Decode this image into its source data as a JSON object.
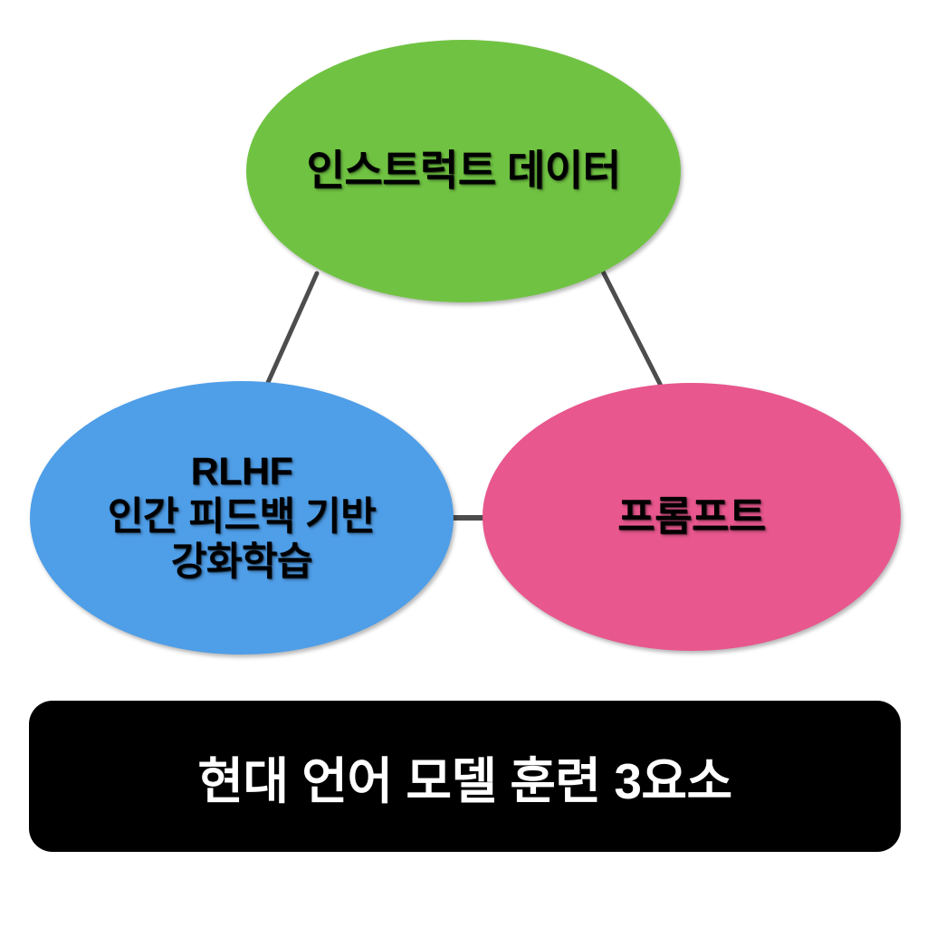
{
  "diagram": {
    "title_banner": {
      "text": "현대 언어 모델 훈련 3요소",
      "background_color": "#000000",
      "text_color": "#FFFFFF"
    },
    "background_color": "#FFFFFF",
    "nodes": [
      {
        "id": "instruct-data",
        "label": "인스트럭트 데이터",
        "color": "#70C342",
        "shape": "ellipse",
        "position": "top-center"
      },
      {
        "id": "rlhf",
        "label": "RLHF\n인간 피드백 기반\n강화학습",
        "color": "#4F9EE8",
        "shape": "ellipse",
        "position": "bottom-left"
      },
      {
        "id": "prompt",
        "label": "프롬프트",
        "color": "#E8578E",
        "shape": "ellipse",
        "position": "bottom-right"
      }
    ],
    "connectors": [
      {
        "from": "instruct-data",
        "to": "rlhf",
        "color": "#4D4D4D"
      },
      {
        "from": "instruct-data",
        "to": "prompt",
        "color": "#4D4D4D"
      },
      {
        "from": "rlhf",
        "to": "prompt",
        "color": "#4D4D4D"
      }
    ]
  }
}
